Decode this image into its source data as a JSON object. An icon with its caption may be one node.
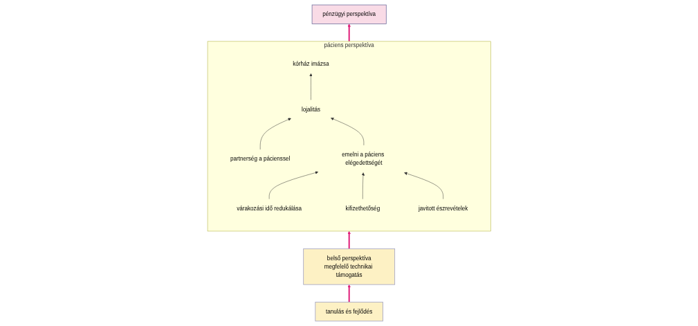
{
  "diagram": {
    "nodes": [
      {
        "text": [
          "pénzügyi perspektíva"
        ]
      },
      {
        "text": [
          "páciens perspektíva"
        ]
      },
      {
        "text": [
          "kórház imázsa"
        ],
        "in": 1
      },
      {
        "text": [
          "lojalitás"
        ],
        "in": 1
      },
      {
        "text": [
          "partnerség a pácienssel"
        ],
        "in": 1
      },
      {
        "text": [
          "emelni a páciens elégedettségét"
        ],
        "in": 1
      },
      {
        "text": [
          "várakozási idő redukálása"
        ],
        "in": 1
      },
      {
        "text": [
          "kifizethetőség"
        ],
        "in": 1
      },
      {
        "text": [
          "javitott észrevételek"
        ],
        "in": 1
      },
      {
        "text": [
          "belső perspektíva",
          "megfelelő technikai támogatás"
        ]
      },
      {
        "text": [
          "tanulás és fejlődés"
        ]
      }
    ],
    "edges": [
      {
        "from": 3,
        "to": 2,
        "arrow": "to"
      },
      {
        "from": 4,
        "to": 3,
        "arrow": "to"
      },
      {
        "from": 5,
        "to": 3,
        "arrow": "to"
      },
      {
        "from": 6,
        "to": 5,
        "arrow": "to"
      },
      {
        "from": 7,
        "to": 5,
        "arrow": "to"
      },
      {
        "from": 8,
        "to": 5,
        "arrow": "to"
      },
      {
        "from": 1,
        "to": 0,
        "arrow": "to",
        "style": "thick",
        "color": "#e0207a"
      },
      {
        "from": 9,
        "to": 1,
        "arrow": "to",
        "style": "thick",
        "color": "#e0207a"
      },
      {
        "from": 10,
        "to": 9,
        "arrow": "to",
        "style": "thick",
        "color": "#e0207a"
      }
    ]
  }
}
